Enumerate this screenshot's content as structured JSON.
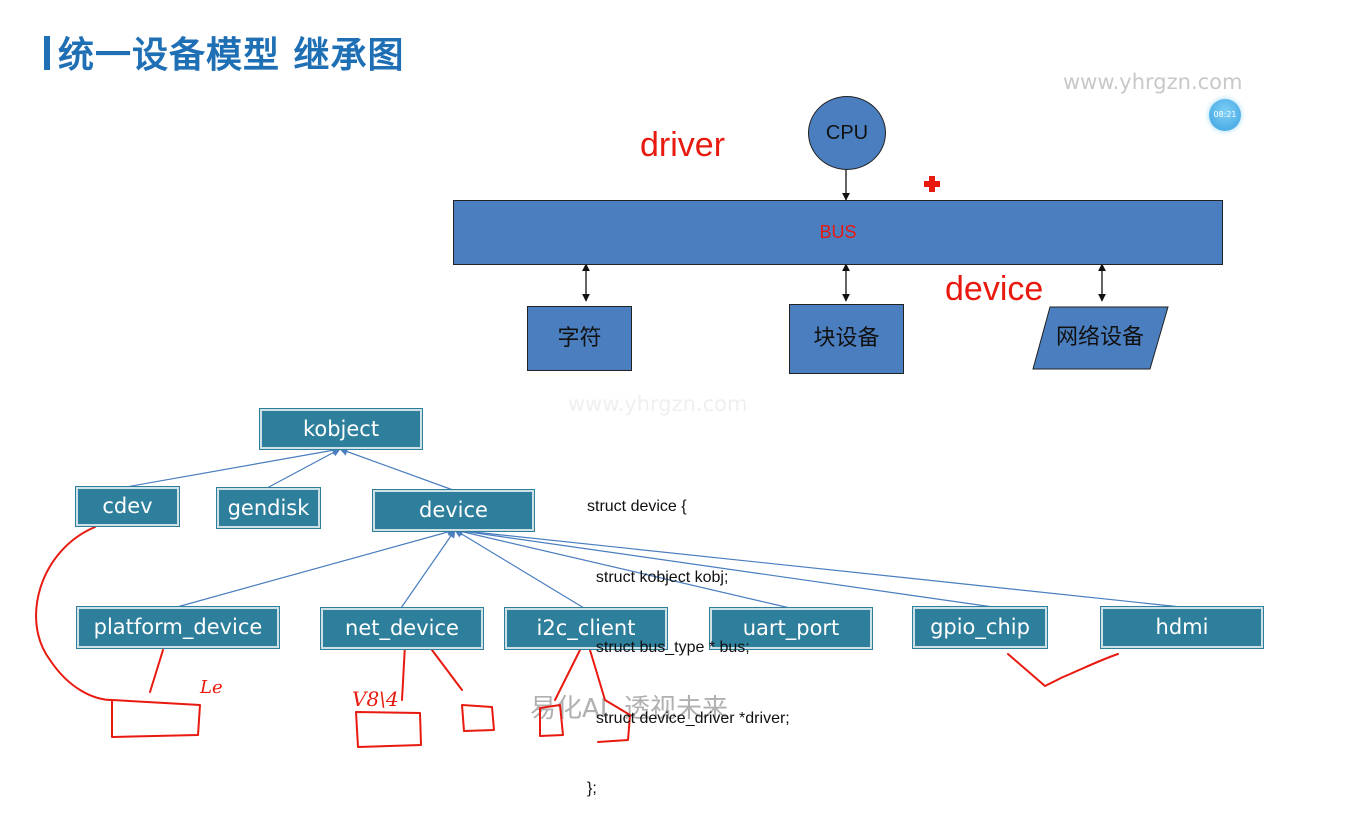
{
  "title": "统一设备模型 继承图",
  "watermarks": {
    "top": "www.yhrgzn.com",
    "middle": "www.yhrgzn.com",
    "bottom": "易化AI  透视未来"
  },
  "clock_badge": "08:21",
  "bus_diagram": {
    "driver_label": "driver",
    "device_label": "device",
    "cpu_label": "CPU",
    "bus_label": "BUS",
    "devices": [
      "字符",
      "块设备",
      "网络设备"
    ]
  },
  "hierarchy": {
    "root": "kobject",
    "level1": [
      "cdev",
      "gendisk",
      "device"
    ],
    "device_children": [
      "platform_device",
      "net_device",
      "i2c_client",
      "uart_port",
      "gpio_chip",
      "hdmi"
    ]
  },
  "code_snippet": {
    "lines": [
      "struct device {",
      "  struct kobject kobj;",
      "  struct bus_type * bus;",
      "  struct device_driver *driver;",
      "};"
    ]
  },
  "handwriting": {
    "note_le": "Le",
    "note_net": "V8\\4"
  },
  "colors": {
    "title": "#1f6fb5",
    "box_fill": "#4a7ebf",
    "node_fill": "#2e7f9c",
    "accent_red": "#e8190f",
    "arrow_line": "#4a7ebf"
  }
}
